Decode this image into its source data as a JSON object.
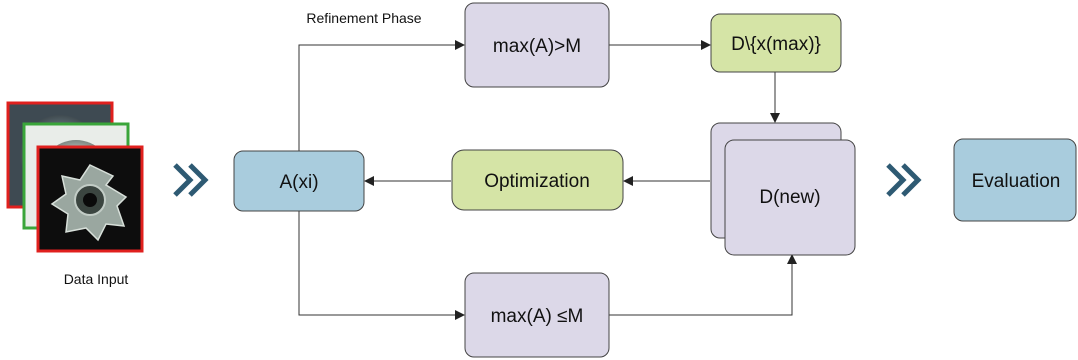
{
  "diagram": {
    "phase_label": "Refinement Phase",
    "data_input_label": "Data Input",
    "nodes": {
      "a_xi": "A(xi)",
      "max_gt_m": "max(A)>M",
      "remove_max": "D\\{x(max)}",
      "optimization": "Optimization",
      "d_new": "D(new)",
      "max_le_m": "max(A) ≤M",
      "evaluation": "Evaluation"
    },
    "icons": [
      "double-chevron-right-icon",
      "double-chevron-right-icon"
    ],
    "colors": {
      "blue_box": "#a9ccdd",
      "lavender_box": "#dcd8e8",
      "green_box": "#d5e4a6",
      "chevron": "#2e5a73",
      "arrow": "#333333",
      "image_border_red": "#e0201e",
      "image_border_green": "#3aa53a"
    }
  }
}
